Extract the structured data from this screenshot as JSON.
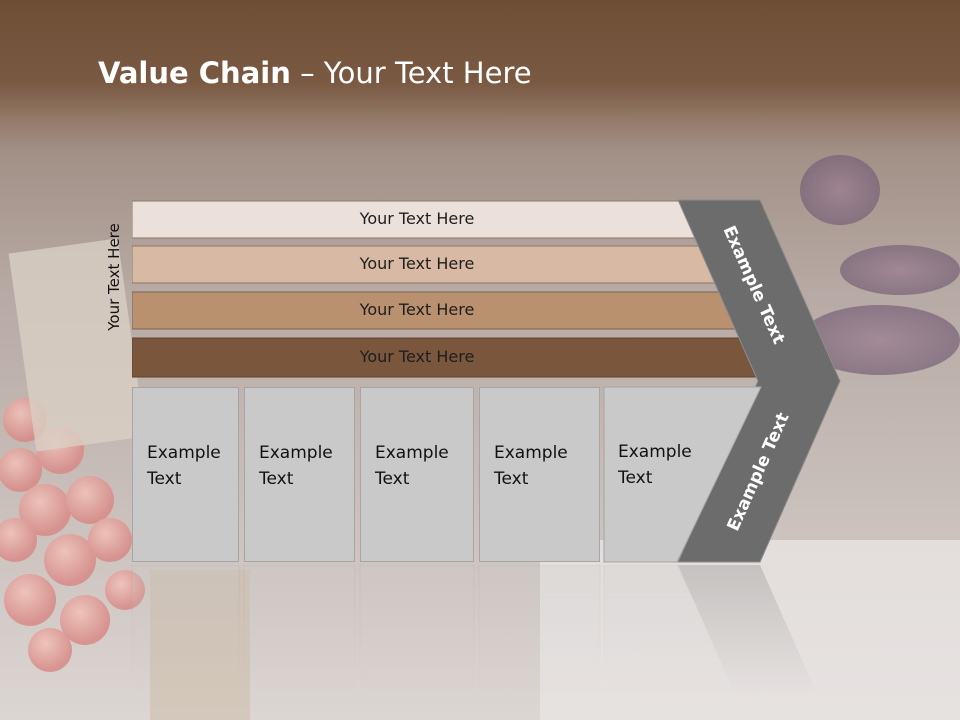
{
  "slide": {
    "title_bold": "Value Chain",
    "title_rest": " – Your Text Here",
    "vertical_label": "Your Text Here"
  },
  "bands": [
    {
      "label": "Your Text Here",
      "color": "#ece1da"
    },
    {
      "label": "Your Text Here",
      "color": "#d7b9a4"
    },
    {
      "label": "Your Text Here",
      "color": "#b9916f"
    },
    {
      "label": "Your Text Here",
      "color": "#7a563c"
    }
  ],
  "boxes": [
    {
      "label": "Example\nText"
    },
    {
      "label": "Example\nText"
    },
    {
      "label": "Example\nText"
    },
    {
      "label": "Example\nText"
    },
    {
      "label": "Example\nText"
    }
  ],
  "chevron": {
    "upper_text": "Example Text",
    "lower_text": "Example Text",
    "color": "#6c6c6c"
  },
  "background": {
    "description_colors": [
      "#6f4e36",
      "#c9c9c9",
      "#d7b9a4"
    ]
  }
}
